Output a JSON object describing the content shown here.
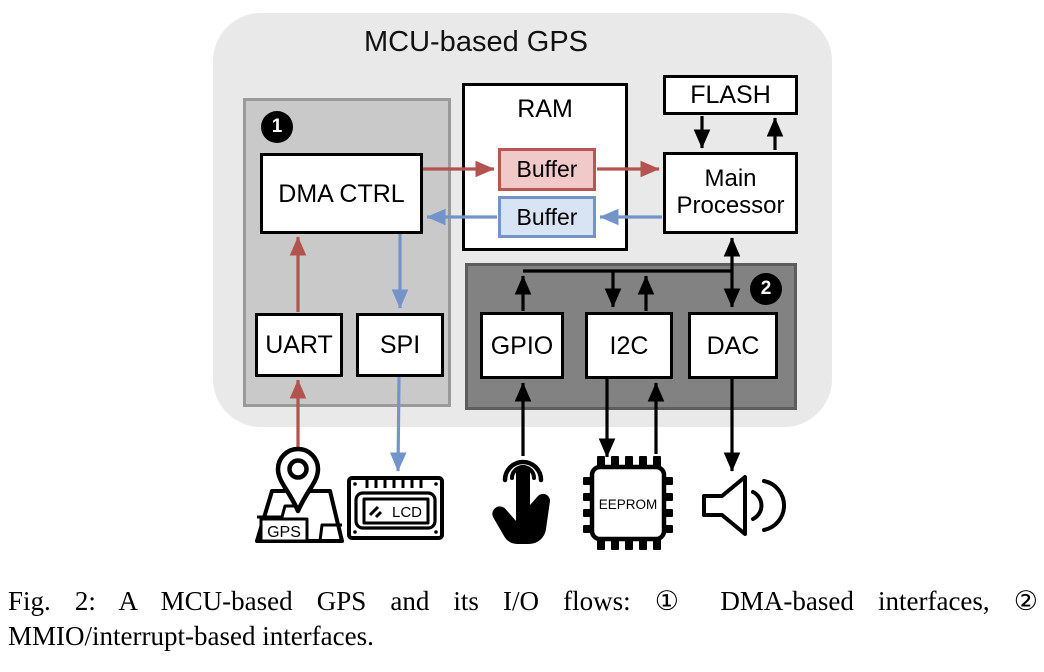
{
  "figure": {
    "title": "MCU-based GPS",
    "caption": {
      "line1": "Fig. 2: A MCU-based GPS and its I/O flows: ① DMA-based interfaces, ②",
      "line2": "MMIO/interrupt-based interfaces."
    }
  },
  "badges": {
    "region1": "1",
    "region2": "2"
  },
  "blocks": {
    "dma_ctrl": "DMA CTRL",
    "ram": "RAM",
    "buffer_rx": "Buffer",
    "buffer_tx": "Buffer",
    "flash": "FLASH",
    "main_processor": "Main Processor",
    "uart": "UART",
    "spi": "SPI",
    "gpio": "GPIO",
    "i2c": "I2C",
    "dac": "DAC"
  },
  "peripherals": {
    "gps_label": "GPS",
    "lcd_label": "LCD",
    "eeprom_label": "EEPROM"
  },
  "colors": {
    "dma_rx_flow": "#b2534f",
    "dma_tx_flow": "#7494c9",
    "mmio_flow": "#000000",
    "buffer_rx_fill": "#f1c9c9",
    "buffer_tx_fill": "#d8e4f3",
    "region1_fill": "#c9c9c9",
    "region2_fill": "#828282",
    "container_fill": "#e9e9e9"
  }
}
